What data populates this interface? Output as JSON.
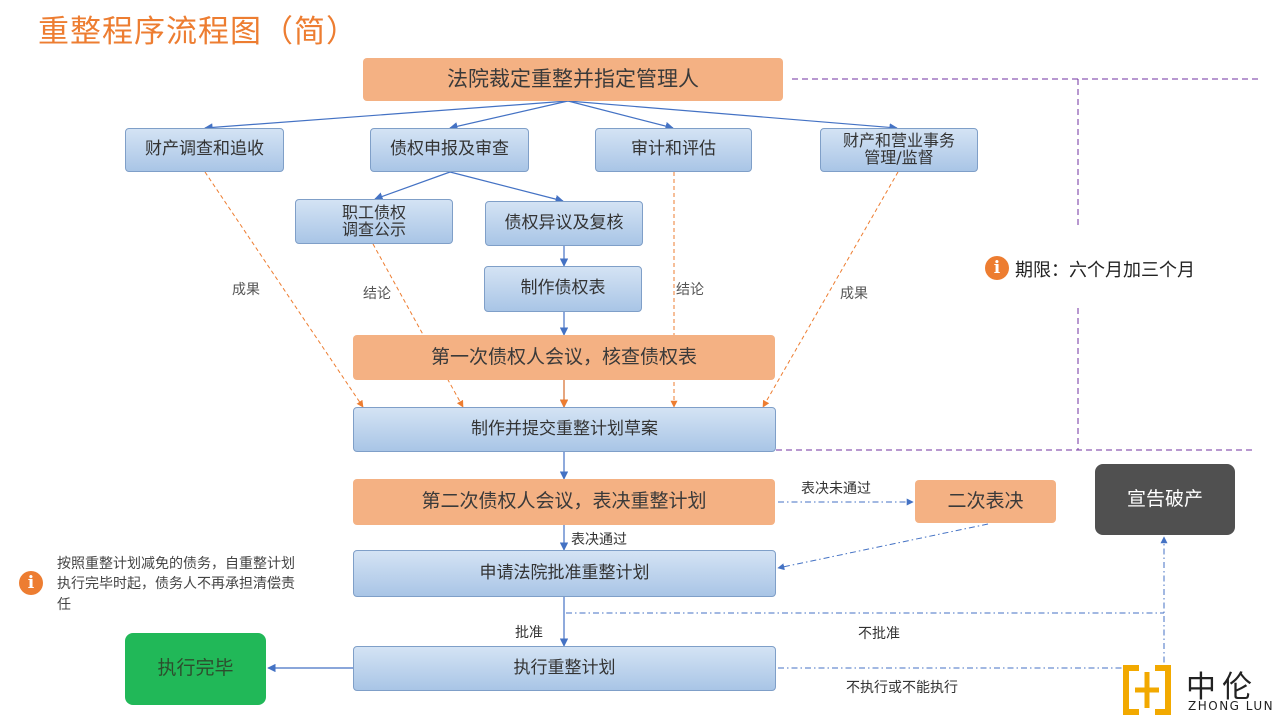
{
  "title": "重整程序流程图（简）",
  "nodes": {
    "court_ruling": "法院裁定重整并指定管理人",
    "property_investigation": "财产调查和追收",
    "claim_filing": "债权申报及审查",
    "audit": "审计和评估",
    "property_management": "财产和营业事务\n管理/监督",
    "employee_claims": "职工债权\n调查公示",
    "claim_objection": "债权异议及复核",
    "claim_table": "制作债权表",
    "first_meeting": "第一次债权人会议，核查债权表",
    "draft_plan": "制作并提交重整计划草案",
    "second_meeting": "第二次债权人会议，表决重整计划",
    "second_vote": "二次表决",
    "bankruptcy": "宣告破产",
    "court_approval": "申请法院批准重整计划",
    "execute_plan": "执行重整计划",
    "completed": "执行完毕"
  },
  "labels": {
    "result_left": "成果",
    "conclusion_left": "结论",
    "conclusion_right": "结论",
    "result_right": "成果",
    "vote_failed": "表决未通过",
    "vote_passed": "表决通过",
    "approved": "批准",
    "not_approved": "不批准",
    "not_executed": "不执行或不能执行"
  },
  "period_note": "期限：六个月加三个月",
  "discharge_note": "按照重整计划减免的债务，自重整计划执行完毕时起，债务人不再承担清偿责任",
  "logo": {
    "chinese": "中伦",
    "english": "ZHONG LUN"
  },
  "colors": {
    "accent": "#ED7D31",
    "orange_box": "#F4B183",
    "blue_box": "#A9C5E6",
    "green_box": "#21B858",
    "gray_box": "#505050",
    "purple_dash": "#7030A0"
  }
}
